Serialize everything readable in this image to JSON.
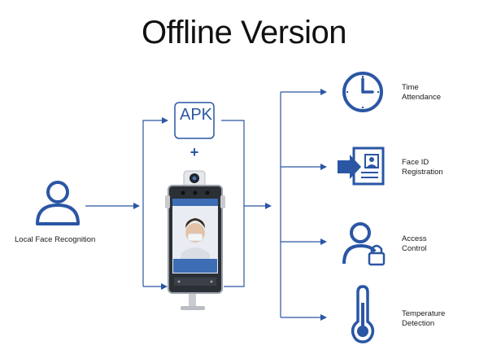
{
  "title": "Offline Version",
  "input_label": "Local Face Recognition",
  "apk_label": "APK",
  "plus_sign": "+",
  "outputs": [
    {
      "label_line1": "Time",
      "label_line2": "Attendance",
      "icon": "clock-icon"
    },
    {
      "label_line1": "Face ID",
      "label_line2": "Registration",
      "icon": "id-card-icon"
    },
    {
      "label_line1": "Access",
      "label_line2": "Control",
      "icon": "user-lock-icon"
    },
    {
      "label_line1": "Temperature",
      "label_line2": "Detection",
      "icon": "thermometer-icon"
    }
  ],
  "colors": {
    "accent": "#2a56a4",
    "device_body": "#2b2f36",
    "screen_bg": "#e9edf3"
  }
}
